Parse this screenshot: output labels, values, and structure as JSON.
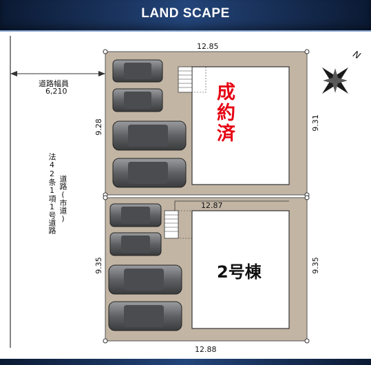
{
  "header": {
    "title": "LAND SCAPE"
  },
  "road": {
    "width_label": "道路幅員",
    "width_value": "6,210",
    "legal_line_1": "法42条1項1号道路",
    "legal_line_2": "道路(市道)"
  },
  "lots": [
    {
      "id": "lot-1",
      "status": "成約済",
      "dim_top": "12.85",
      "dim_left": "9.28",
      "dim_right": "9.31",
      "parking_cars": 4
    },
    {
      "id": "lot-2",
      "label": "2号棟",
      "dim_top": "12.87",
      "dim_bottom": "12.88",
      "dim_left": "9.35",
      "dim_right": "9.35",
      "parking_cars": 4
    }
  ],
  "compass": {
    "label": "N"
  },
  "colors": {
    "lot_fill": "#c2b5a4",
    "house_fill": "#ffffff",
    "sold_text": "#e60012",
    "car_body": "#6f7174",
    "banner": "#1c3763"
  }
}
